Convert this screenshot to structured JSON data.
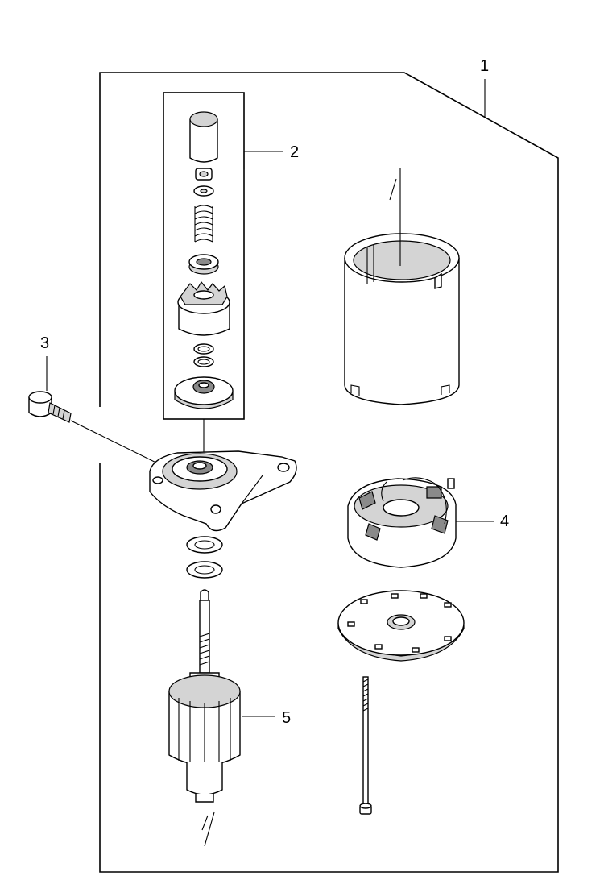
{
  "diagram": {
    "colors": {
      "line": "#000000",
      "shade": "#d4d4d4",
      "dark": "#8a8a8a",
      "background": "#ffffff"
    },
    "callouts": [
      {
        "id": "callout-1",
        "label": "1"
      },
      {
        "id": "callout-2",
        "label": "2"
      },
      {
        "id": "callout-3",
        "label": "3"
      },
      {
        "id": "callout-4",
        "label": "4"
      },
      {
        "id": "callout-5",
        "label": "5"
      }
    ]
  }
}
